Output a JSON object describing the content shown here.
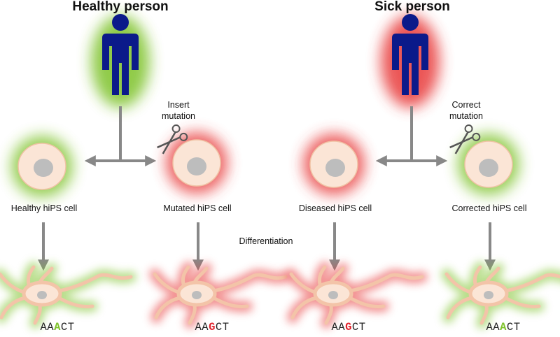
{
  "titles": {
    "healthy_person": "Healthy person",
    "sick_person": "Sick person"
  },
  "annotations": {
    "insert_mutation": "Insert\nmutation",
    "correct_mutation": "Correct\nmutation",
    "differentiation": "Differentiation"
  },
  "cells": [
    {
      "label": "Healthy hiPS cell",
      "glow": "green",
      "scissors": false
    },
    {
      "label": "Mutated hiPS cell",
      "glow": "red",
      "scissors": true
    },
    {
      "label": "Diseased hiPS cell",
      "glow": "red",
      "scissors": false
    },
    {
      "label": "Corrected hiPS cell",
      "glow": "green",
      "scissors": true
    }
  ],
  "sequences": [
    {
      "prefix": "AA",
      "base": "A",
      "suffix": "CT",
      "base_color": "#7ec22a"
    },
    {
      "prefix": "AA",
      "base": "G",
      "suffix": "CT",
      "base_color": "#e0202a"
    },
    {
      "prefix": "AA",
      "base": "G",
      "suffix": "CT",
      "base_color": "#e0202a"
    },
    {
      "prefix": "AA",
      "base": "A",
      "suffix": "CT",
      "base_color": "#7ec22a"
    }
  ],
  "colors": {
    "person": "#0b1a8a",
    "green_glow": "#7ec22a",
    "red_glow": "#e83a3a",
    "arrow": "#888888",
    "cell_fill": "#fbe5d6",
    "nucleus": "#bdbdbd"
  }
}
